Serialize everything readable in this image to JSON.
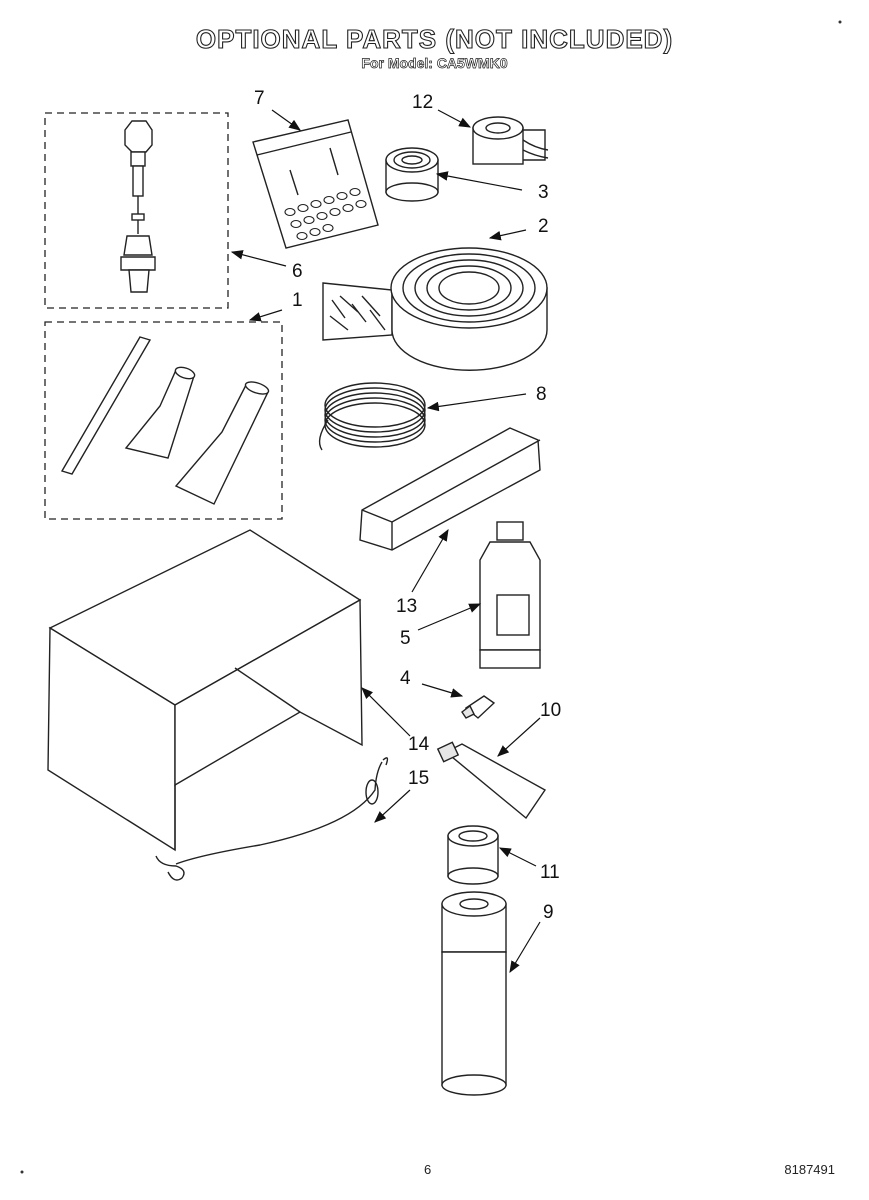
{
  "header": {
    "title": "OPTIONAL PARTS (NOT INCLUDED)",
    "subtitle": "For Model: CA5WMK0"
  },
  "callouts": [
    "1",
    "2",
    "3",
    "4",
    "5",
    "6",
    "7",
    "8",
    "9",
    "10",
    "11",
    "12",
    "13",
    "14",
    "15"
  ],
  "footer": {
    "page_number": "6",
    "document_number": "8187491"
  }
}
